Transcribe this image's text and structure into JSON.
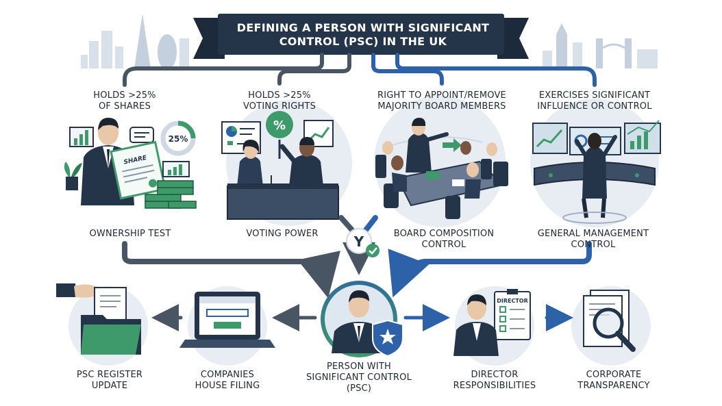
{
  "title": {
    "line1": "DEFINING A PERSON WITH SIGNIFICANT",
    "line2": "CONTROL (PSC) IN THE UK"
  },
  "criteria": [
    {
      "heading_line1": "HOLDS >25%",
      "heading_line2": "OF SHARES",
      "caption_line1": "OWNERSHIP TEST",
      "caption_line2": ""
    },
    {
      "heading_line1": "HOLDS >25%",
      "heading_line2": "VOTING RIGHTS",
      "caption_line1": "VOTING POWER",
      "caption_line2": ""
    },
    {
      "heading_line1": "RIGHT TO APPOINT/REMOVE",
      "heading_line2": "MAJORITY BOARD MEMBERS",
      "caption_line1": "BOARD COMPOSITION",
      "caption_line2": "CONTROL"
    },
    {
      "heading_line1": "EXERCISES SIGNIFICANT",
      "heading_line2": "INFLUENCE OR CONTROL",
      "caption_line1": "GENERAL MANAGEMENT",
      "caption_line2": "CONTROL"
    }
  ],
  "illustrations": {
    "share_certificate": "SHARE",
    "percent_badge": "25%",
    "percent_sign": "%",
    "director_clipboard": "DIRECTOR"
  },
  "outcomes": [
    {
      "line1": "PSC REGISTER",
      "line2": "UPDATE",
      "line3": ""
    },
    {
      "line1": "COMPANIES",
      "line2": "HOUSE FILING",
      "line3": ""
    },
    {
      "line1": "PERSON WITH",
      "line2": "SIGNIFICANT CONTROL",
      "line3": "(PSC)"
    },
    {
      "line1": "DIRECTOR",
      "line2": "RESPONSIBILITIES",
      "line3": ""
    },
    {
      "line1": "CORPORATE",
      "line2": "TRANSPARENCY",
      "line3": ""
    }
  ],
  "colors": {
    "navy": "#243449",
    "blue": "#2e62a8",
    "green": "#3f9a6b",
    "arrow_gray": "#4a5563",
    "circle_bg": "#e8edf3"
  }
}
